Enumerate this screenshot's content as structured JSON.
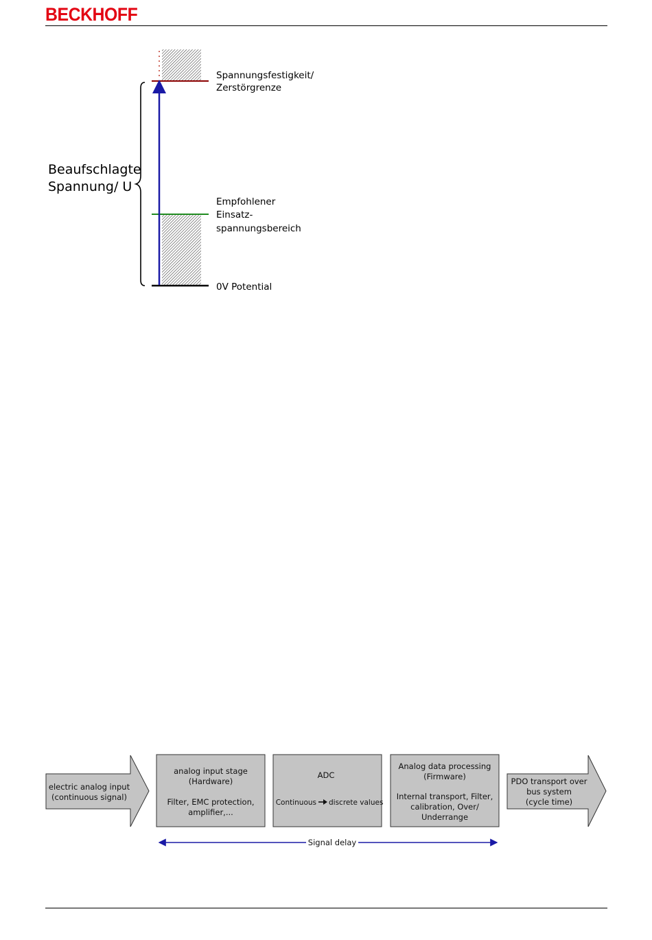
{
  "header": {
    "logo_text": "BECKHOFF",
    "logo_color": "#e30613"
  },
  "voltage_diagram": {
    "axis_label_line1": "Beaufschlagte",
    "axis_label_line2": "Spannung/ U",
    "levels": {
      "withstand_line1": "Spannungsfestigkeit/",
      "withstand_line2": "Zerstörgrenze",
      "recommended_line1": "Empfohlener",
      "recommended_line2": "Einsatz-",
      "recommended_line3": "spannungsbereich",
      "zero": "0V Potential"
    },
    "colors": {
      "arrow": "#1a1aa6",
      "withstand_line": "#8b0000",
      "recommended_line": "#1f8a1f",
      "zero_line": "#000000"
    }
  },
  "signal_chain": {
    "input_line1": "electric analog input",
    "input_line2": "(continuous signal)",
    "stage1_line1": "analog input stage",
    "stage1_line2": "(Hardware)",
    "stage1_line3": "Filter, EMC protection,",
    "stage1_line4": "amplifier,...",
    "adc_title": "ADC",
    "adc_from": "Continuous",
    "adc_to": "discrete values",
    "stage3_line1": "Analog data processing",
    "stage3_line2": "(Firmware)",
    "stage3_line3": "Internal transport, Filter,",
    "stage3_line4": "calibration, Over/",
    "stage3_line5": "Underrange",
    "output_line1": "PDO transport over",
    "output_line2": "bus system",
    "output_line3": "(cycle time)",
    "delay_label": "Signal delay",
    "colors": {
      "box_fill": "#c4c4c4",
      "delay_arrow": "#1a1aa6"
    }
  }
}
